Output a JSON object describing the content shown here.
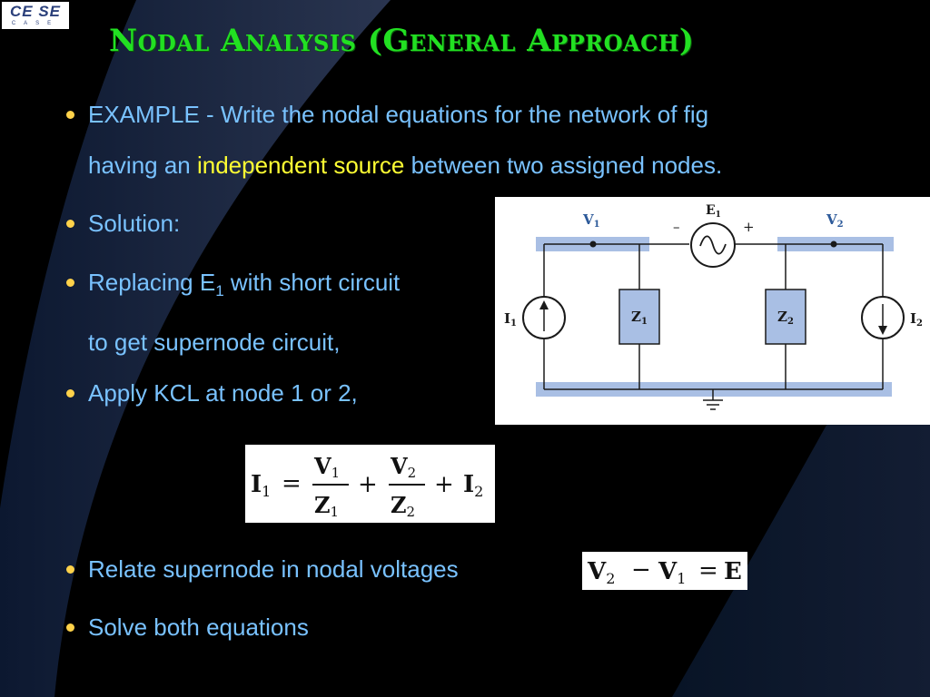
{
  "logo": {
    "main": "CE SE",
    "sub": "CASE"
  },
  "title": "Nodal Analysis (General Approach)",
  "bullets": {
    "b1_line1": "EXAMPLE  - Write the nodal equations for the network of fig",
    "b1_line2_pre": "having an ",
    "b1_line2_highlight": "independent source",
    "b1_line2_post": " between two assigned nodes.",
    "b2": "Solution:",
    "b3_pre": "Replacing E",
    "b3_sub": "1",
    "b3_post": " with short circuit",
    "b3_line2": "to get supernode circuit,",
    "b4": "Apply KCL at node 1 or 2,",
    "b5": "Relate supernode in nodal voltages",
    "b6": "Solve both equations"
  },
  "circuit": {
    "v1": "V",
    "v1_sub": "1",
    "v2": "V",
    "v2_sub": "2",
    "e1": "E",
    "e1_sub": "1",
    "minus": "–",
    "plus": "+",
    "i1": "I",
    "i1_sub": "1",
    "i2": "I",
    "i2_sub": "2",
    "z1": "Z",
    "z1_sub": "1",
    "z2": "Z",
    "z2_sub": "2"
  },
  "equation1": {
    "lhs": "I",
    "lhs_sub": "1",
    "eq": "=",
    "f1_num": "V",
    "f1_num_sub": "1",
    "f1_den": "Z",
    "f1_den_sub": "1",
    "plus1": "+",
    "f2_num": "V",
    "f2_num_sub": "2",
    "f2_den": "Z",
    "f2_den_sub": "2",
    "plus2": "+",
    "last": "I",
    "last_sub": "2"
  },
  "equation2": {
    "a": "V",
    "a_sub": "2",
    "minus": "−",
    "b": "V",
    "b_sub": "1",
    "eq": "=",
    "c": "E"
  },
  "colors": {
    "background": "#000000",
    "title": "#22e022",
    "text": "#79c2ff",
    "highlight": "#ffff33",
    "bullet": "#ffd24a",
    "node_bar": "#a9bfe4",
    "component_fill": "#a9bfe4"
  }
}
